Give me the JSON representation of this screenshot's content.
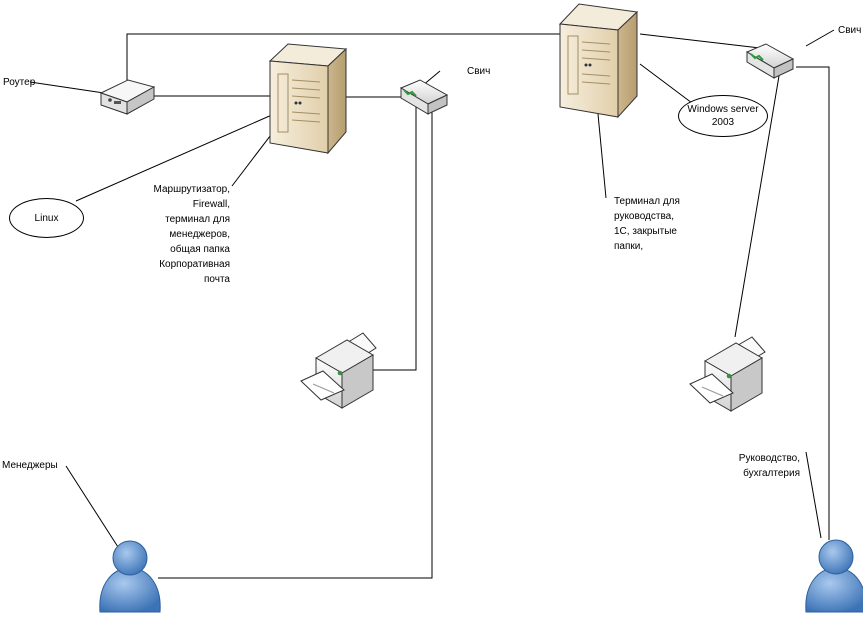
{
  "colors": {
    "line": "#000000",
    "server_body": "#eadcbf",
    "server_dark": "#c9b48d",
    "device_body": "#ececec",
    "switch_led": "#2c9b3c",
    "person": "#4f86c6"
  },
  "nodes": {
    "router": {
      "label": "Роутер",
      "icon": "router-icon"
    },
    "switch_left": {
      "label": "Свич",
      "icon": "switch-icon"
    },
    "switch_right": {
      "label": "Свич",
      "icon": "switch-icon"
    },
    "server_linux": {
      "icon": "server-tower-icon"
    },
    "server_windows": {
      "icon": "server-tower-icon"
    },
    "printer_left": {
      "icon": "printer-icon"
    },
    "printer_right": {
      "icon": "printer-icon"
    },
    "user_managers": {
      "label": "Менеджеры",
      "icon": "user-icon"
    },
    "user_management": {
      "label": "Руководство,\nбухгалтерия",
      "icon": "user-icon"
    }
  },
  "annotations": {
    "linux_os": "Linux",
    "linux_roles": "Маршрутизатор,\nFirewall,\nтерминал для\nменеджеров,\nобщая папка\nКорпоративная\nпочта",
    "windows_os": "Windows server\n2003",
    "windows_roles": "Терминал для\nруководства,\n1С, закрытые\nпапки,"
  }
}
